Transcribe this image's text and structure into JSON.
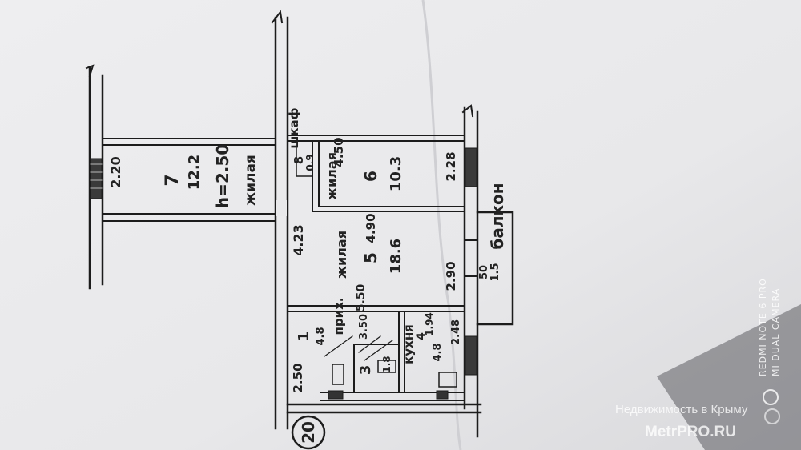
{
  "plan": {
    "rooms": [
      {
        "number": "7",
        "area": "12.2",
        "type": "жилая",
        "height": "h=2.50"
      },
      {
        "number": "6",
        "area": "10.3",
        "type": "жилая"
      },
      {
        "number": "5",
        "area": "18.6",
        "type": "жилая"
      },
      {
        "number": "1",
        "area": "4.8",
        "type": "прих."
      },
      {
        "number": "4",
        "area": "4.8",
        "type": "кухня"
      },
      {
        "number": "3",
        "area": "1.8"
      },
      {
        "number": "8",
        "area": "0.9",
        "type": "шкаф"
      }
    ],
    "dimensions": [
      "2.20",
      "4.50",
      "2.28",
      "4.23",
      "4.90",
      "2.90",
      "5.50",
      "3.50",
      "1.94",
      "2.48",
      "2.50"
    ],
    "balcony": {
      "label": "балкон",
      "dims": "50",
      "area": "1.5"
    },
    "marker": "20"
  },
  "watermarks": {
    "line1": "Недвижимость в Крыму",
    "line2": "MetrPRO.RU",
    "camera1": "REDMI NOTE 6 PRO",
    "camera2": "MI DUAL CAMERA"
  }
}
